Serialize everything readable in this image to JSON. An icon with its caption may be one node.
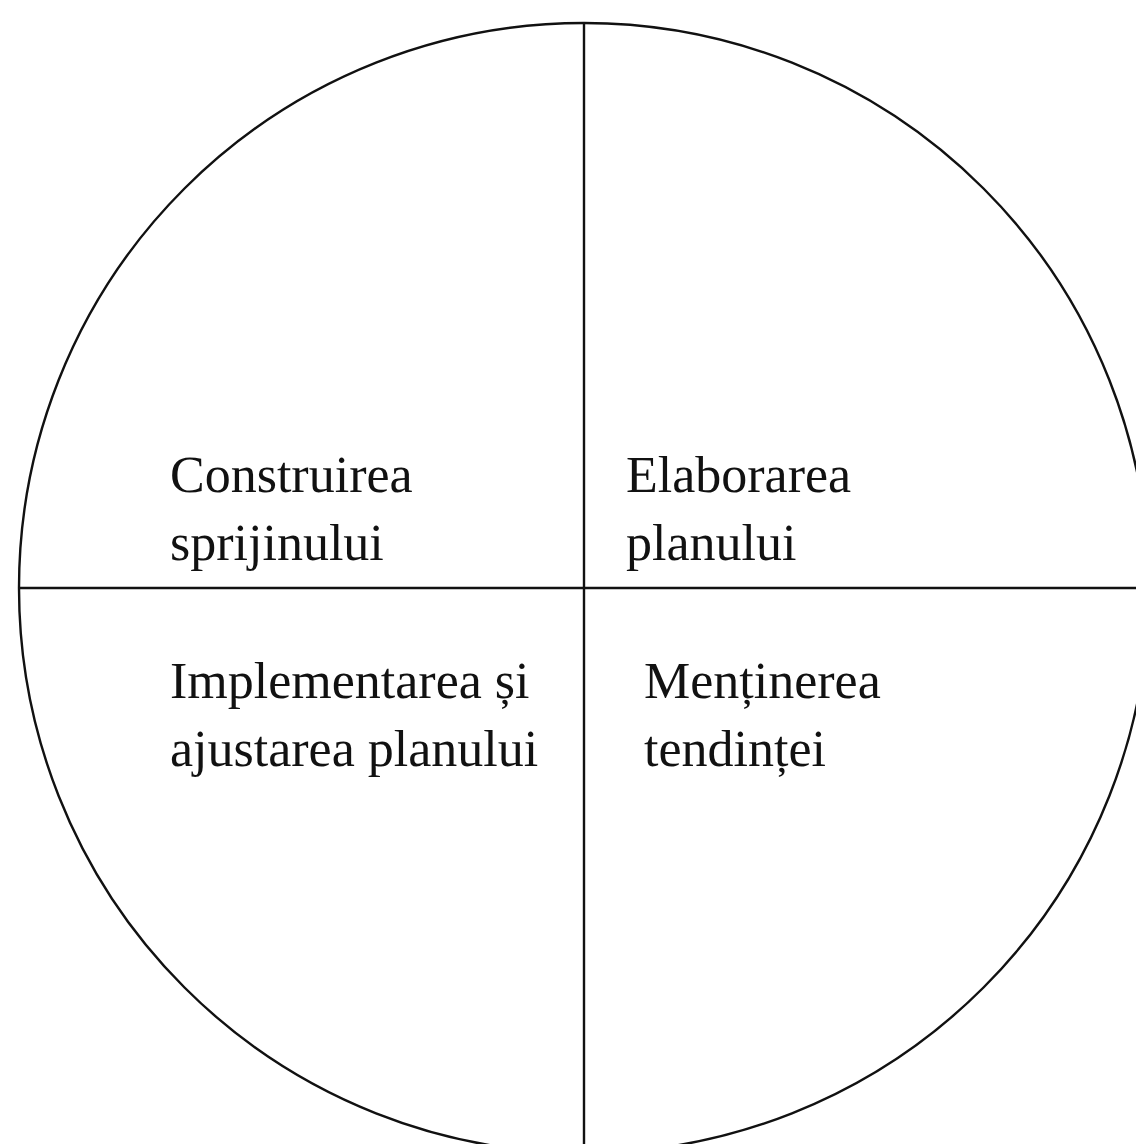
{
  "diagram": {
    "nodes": [
      {
        "text": [],
        "shape": "circle"
      },
      {
        "text": [
          "Construirea sprijinului"
        ],
        "in": 0
      },
      {
        "text": [
          "Elaborarea planului"
        ],
        "in": 0
      },
      {
        "text": [
          "Implementarea și ajustarea planului"
        ],
        "in": 0
      },
      {
        "text": [
          "Menținerea tendinței"
        ],
        "in": 0
      }
    ]
  }
}
